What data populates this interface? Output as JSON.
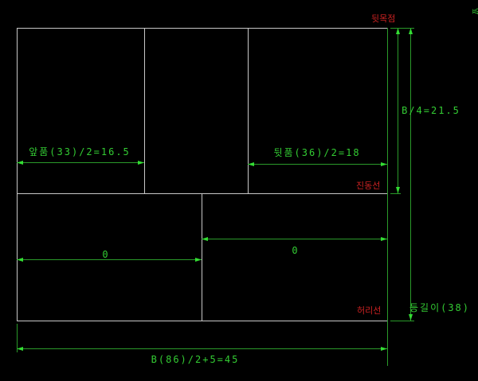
{
  "labels": {
    "back_neck_point": "뒷목점",
    "armhole_line": "진동선",
    "waist_line": "허리선",
    "corner_mark": "앞"
  },
  "dimensions": {
    "front_width": "앞품(33)/2=16.5",
    "back_width": "뒷품(36)/2=18",
    "bust_quarter": "B/4=21.5",
    "back_length": "등길이(38)",
    "lower_left": "0",
    "lower_right": "0",
    "total_width": "B(86)/2+5=45"
  },
  "colors": {
    "background": "#000000",
    "outline": "#c8c8c8",
    "dimension": "#33cc33",
    "label": "#cc2222"
  }
}
